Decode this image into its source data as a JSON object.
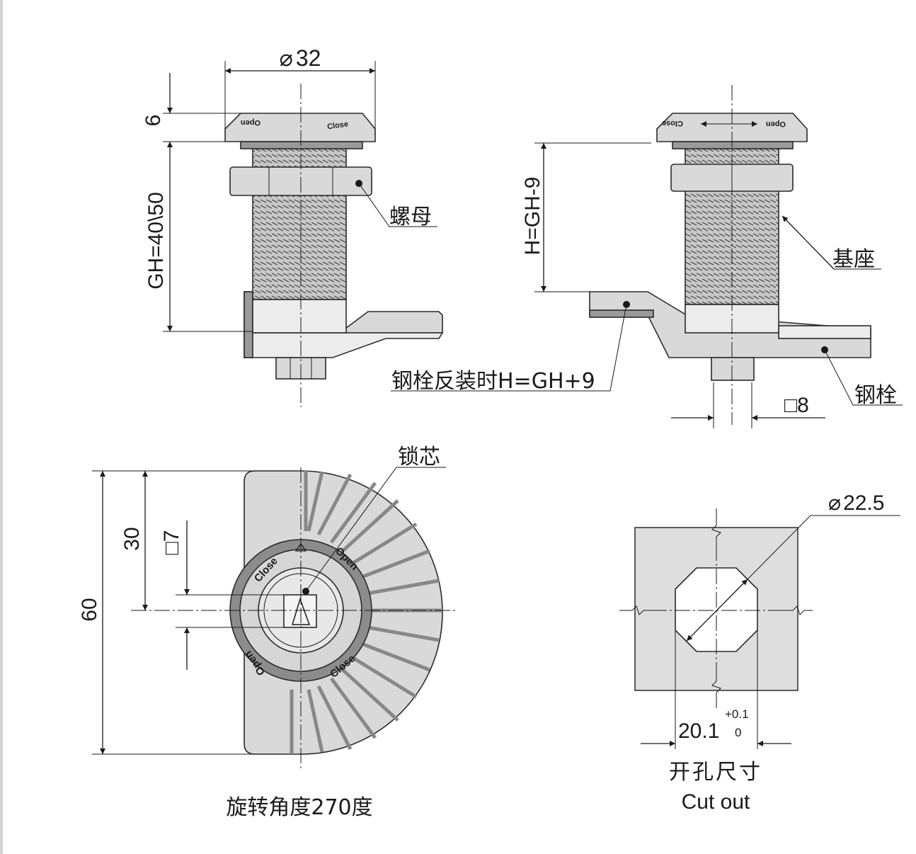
{
  "labels": {
    "dia32": "32",
    "dim6": "6",
    "gh": "GH=40\\50",
    "nut": "螺母",
    "h": "H=GH-9",
    "base": "基座",
    "steel_note": "钢栓反装时H=GH+9",
    "steel": "钢栓",
    "sq8": "8",
    "core": "锁芯",
    "dim30": "30",
    "sq7": "7",
    "dim60": "60",
    "rotation": "旋转角度270度",
    "dia225": "22.5",
    "w201": "20.1",
    "tol_plus": "+0.1",
    "tol_zero": "0",
    "cutout_cn": "开孔尺寸",
    "cutout_en": "Cut out",
    "cap_open": "Open",
    "cap_close": "Close",
    "ring_close_top": "Close",
    "ring_open_top": "Open",
    "ring_open_bottom": "Open",
    "ring_close_bottom": "Close"
  },
  "symbols": {
    "diameter": "⌀",
    "square": "□"
  }
}
